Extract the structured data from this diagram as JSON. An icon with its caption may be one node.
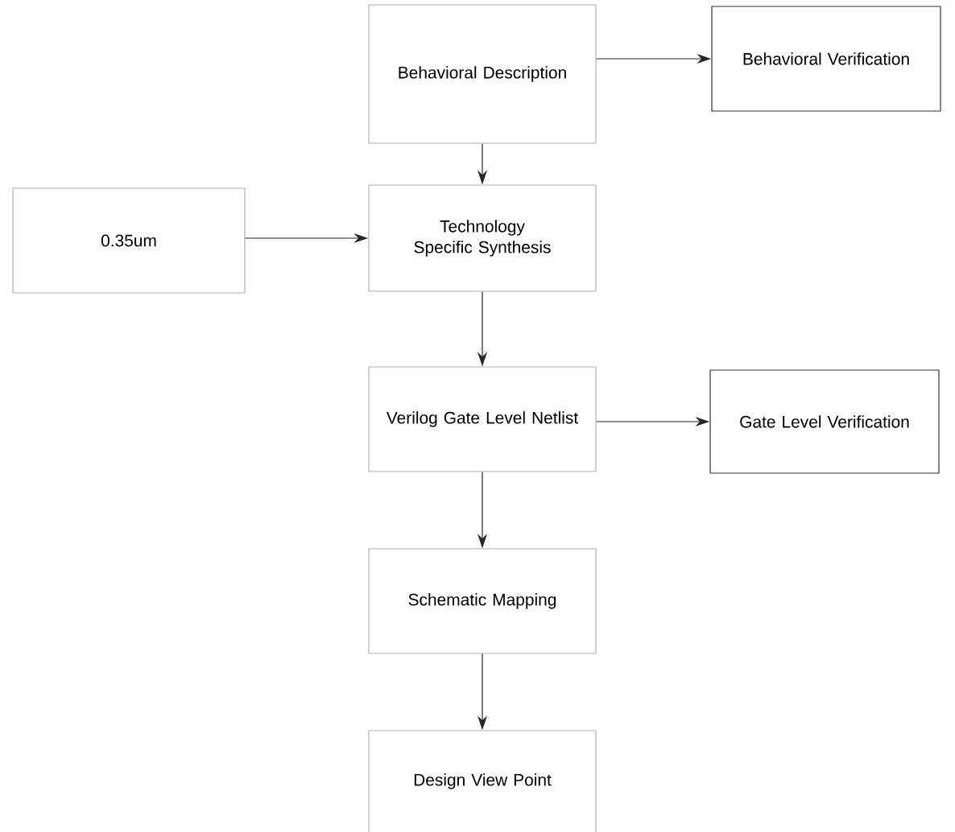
{
  "diagram": {
    "nodes": [
      {
        "text": [
          "Behavioral Description"
        ]
      },
      {
        "text": [
          "Behavioral Verification"
        ]
      },
      {
        "text": [
          "0.35um"
        ]
      },
      {
        "text": [
          "Technology Specific Synthesis"
        ]
      },
      {
        "text": [
          "Verilog Gate Level Netlist"
        ]
      },
      {
        "text": [
          "Gate Level Verification"
        ]
      },
      {
        "text": [
          "Schematic Mapping"
        ]
      },
      {
        "text": [
          "Design View Point"
        ]
      }
    ],
    "edges": [
      {
        "from": 0,
        "to": 1,
        "arrow": "to"
      },
      {
        "from": 0,
        "to": 3,
        "arrow": "to"
      },
      {
        "from": 2,
        "to": 3,
        "arrow": "to"
      },
      {
        "from": 3,
        "to": 4,
        "arrow": "to"
      },
      {
        "from": 4,
        "to": 5,
        "arrow": "to"
      },
      {
        "from": 4,
        "to": 6,
        "arrow": "to"
      },
      {
        "from": 6,
        "to": 7,
        "arrow": "to"
      }
    ]
  }
}
